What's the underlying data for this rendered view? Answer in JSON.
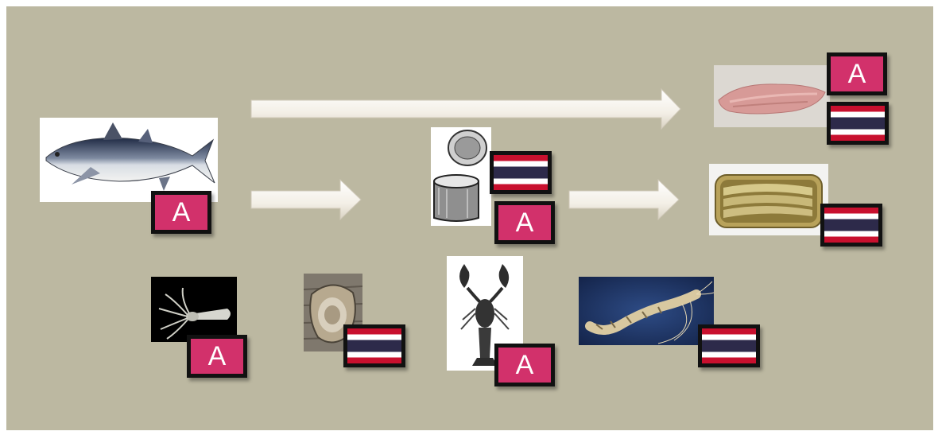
{
  "badge_label": "A",
  "colors": {
    "background": "#bcb8a1",
    "badge": "#d2316b",
    "flag_red": "#c8102e",
    "flag_white": "#ffffff",
    "flag_blue": "#2d2a4a"
  },
  "items": [
    {
      "name": "tuna",
      "marker": "A"
    },
    {
      "name": "fish-fillet",
      "marker": [
        "A",
        "thai-flag"
      ]
    },
    {
      "name": "tin-can",
      "marker": [
        "thai-flag",
        "A"
      ]
    },
    {
      "name": "canned-sardines",
      "marker": "thai-flag"
    },
    {
      "name": "squid",
      "marker": "A"
    },
    {
      "name": "oyster",
      "marker": "thai-flag"
    },
    {
      "name": "lobster",
      "marker": "A"
    },
    {
      "name": "shrimp",
      "marker": "thai-flag"
    }
  ]
}
